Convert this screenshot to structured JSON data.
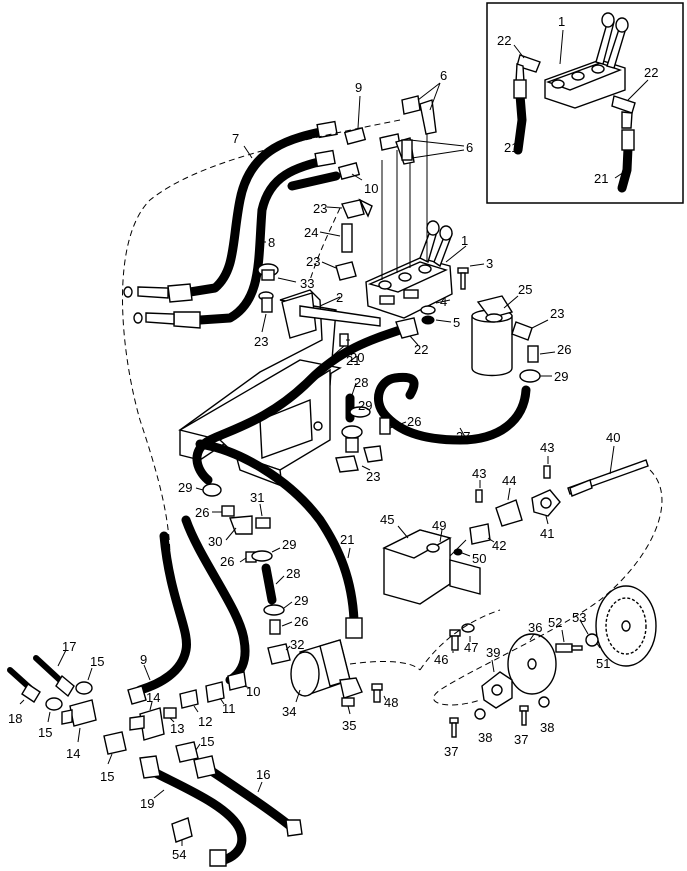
{
  "labels": {
    "l1a": "1",
    "l1b": "1",
    "l2": "2",
    "l3": "3",
    "l4": "4",
    "l5": "5",
    "l6a": "6",
    "l6b": "6",
    "l7": "7",
    "l8": "8",
    "l9a": "9",
    "l9b": "9",
    "l10a": "10",
    "l10b": "10",
    "l11": "11",
    "l12": "12",
    "l13": "13",
    "l14a": "14",
    "l14b": "14",
    "l15a": "15",
    "l15b": "15",
    "l15c": "15",
    "l15d": "15",
    "l16": "16",
    "l17": "17",
    "l18": "18",
    "l19": "19",
    "l20": "20",
    "l21a": "21",
    "l21b": "21",
    "l21c": "21",
    "l21d": "21",
    "l22a": "22",
    "l22b": "22",
    "l22c": "22",
    "l23a": "23",
    "l23b": "23",
    "l23c": "23",
    "l23d": "23",
    "l23e": "23",
    "l24": "24",
    "l25": "25",
    "l26a": "26",
    "l26b": "26",
    "l26c": "26",
    "l26d": "26",
    "l26e": "26",
    "l27": "27",
    "l28a": "28",
    "l28b": "28",
    "l29a": "29",
    "l29b": "29",
    "l29c": "29",
    "l29d": "29",
    "l29e": "29",
    "l30": "30",
    "l31": "31",
    "l32": "32",
    "l33": "33",
    "l34": "34",
    "l35": "35",
    "l36": "36",
    "l37a": "37",
    "l37b": "37",
    "l38a": "38",
    "l38b": "38",
    "l39": "39",
    "l40": "40",
    "l41": "41",
    "l42": "42",
    "l43a": "43",
    "l43b": "43",
    "l44": "44",
    "l45": "45",
    "l46": "46",
    "l47": "47",
    "l48": "48",
    "l49": "49",
    "l50": "50",
    "l51": "51",
    "l52": "52",
    "l53": "53",
    "l54": "54"
  }
}
